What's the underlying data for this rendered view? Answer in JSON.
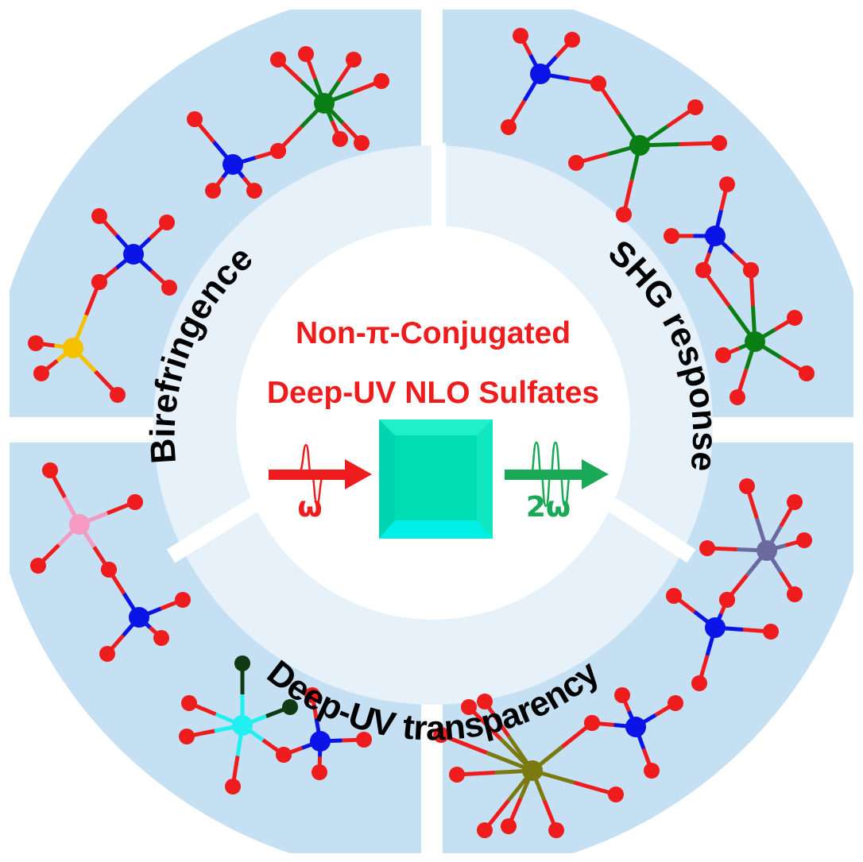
{
  "center": {
    "title_line1": "Non-π-Conjugated",
    "title_line2": "Deep-UV NLO Sulfates",
    "input_label": "ω",
    "output_label": "2ω"
  },
  "ring_labels": {
    "left": "Birefringence",
    "right": "SHG response",
    "bottom": "Deep-UV transparency"
  },
  "colors": {
    "outer_ring": "#c6e0f3",
    "inner_ring": "#e6f1f9",
    "title_red": "#ee1c1c",
    "output_green": "#1aa957",
    "crystal": "#00e3b8",
    "oxygen": "#ee1c1c"
  }
}
